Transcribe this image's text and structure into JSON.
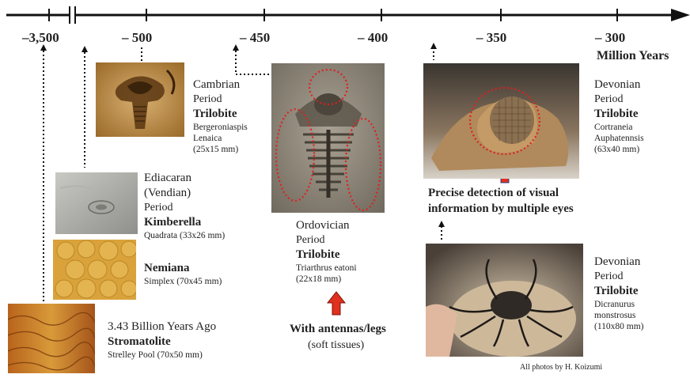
{
  "axis": {
    "ticks": [
      "–3,500",
      "– 500",
      "– 450",
      "– 400",
      "– 350",
      "– 300"
    ],
    "unit": "Million Years"
  },
  "entries": {
    "stromatolite": {
      "era": "3.43 Billion Years Ago",
      "name": "Stromatolite",
      "detail": "Strelley Pool (70x50 mm)"
    },
    "kimberella": {
      "era_line1": "Ediacaran",
      "era_line2": "(Vendian)",
      "period": "Period",
      "name": "Kimberella",
      "detail": "Quadrata (33x26 mm)"
    },
    "nemiana": {
      "name": "Nemiana",
      "detail": "Simplex (70x45 mm)"
    },
    "cambrian": {
      "era": "Cambrian",
      "period": "Period",
      "name": "Trilobite",
      "detail_line1": "Bergeroniaspis",
      "detail_line2": "Lenaica",
      "detail_line3": "(25x15 mm)"
    },
    "ordovician": {
      "era": "Ordovician",
      "period": "Period",
      "name": "Trilobite",
      "detail_line1": "Triarthrus eatoni",
      "detail_line2": "(22x18 mm)"
    },
    "devonian1": {
      "era": "Devonian",
      "period": "Period",
      "name": "Trilobite",
      "detail_line1": "Cortraneia",
      "detail_line2": "Auphatennsis",
      "detail_line3": "(63x40 mm)"
    },
    "devonian2": {
      "era": "Devonian",
      "period": "Period",
      "name": "Trilobite",
      "detail_line1": "Dicranurus",
      "detail_line2": "monstrosus",
      "detail_line3": "(110x80 mm)"
    }
  },
  "notes": {
    "antennas_line1": "With antennas/legs",
    "antennas_line2": "(soft tissues)",
    "eyes_line1": "Precise detection of visual",
    "eyes_line2": "information by multiple eyes"
  },
  "credit": "All photos by H. Koizumi",
  "colors": {
    "axis": "#111111",
    "highlight": "#e02020",
    "arrow": "#e0301e"
  }
}
